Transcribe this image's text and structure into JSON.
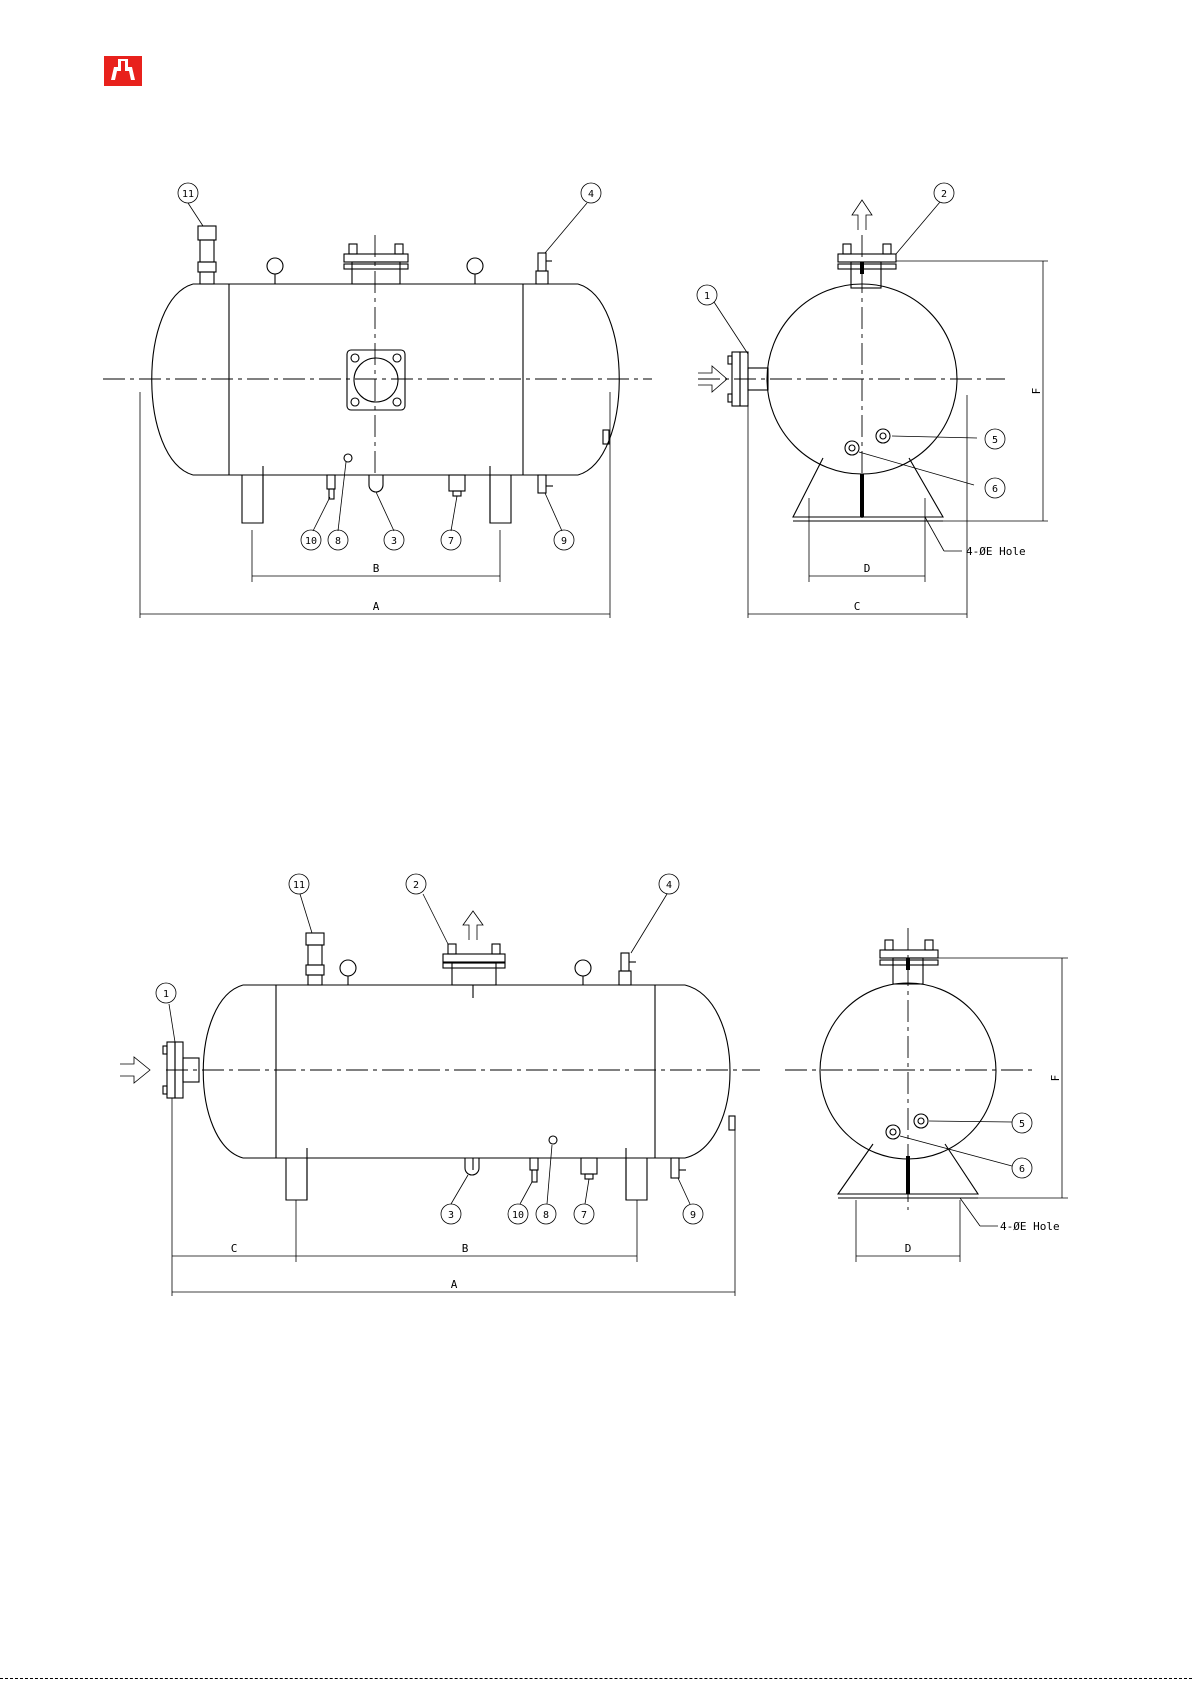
{
  "brand": {
    "color": "#e8211c"
  },
  "upper_view": {
    "item_numbers": [
      "11",
      "4",
      "10",
      "8",
      "3",
      "7",
      "9",
      "2",
      "1",
      "5",
      "6"
    ],
    "dims": {
      "a": "A",
      "b": "B",
      "c": "C",
      "d": "D",
      "f": "F"
    },
    "hole_note": "4-ØE Hole"
  },
  "lower_view": {
    "item_numbers": [
      "11",
      "2",
      "4",
      "1",
      "3",
      "10",
      "8",
      "7",
      "9",
      "5",
      "6"
    ],
    "dims": {
      "a": "A",
      "b": "B",
      "c": "C",
      "d": "D",
      "f": "F"
    },
    "hole_note": "4-ØE Hole"
  }
}
